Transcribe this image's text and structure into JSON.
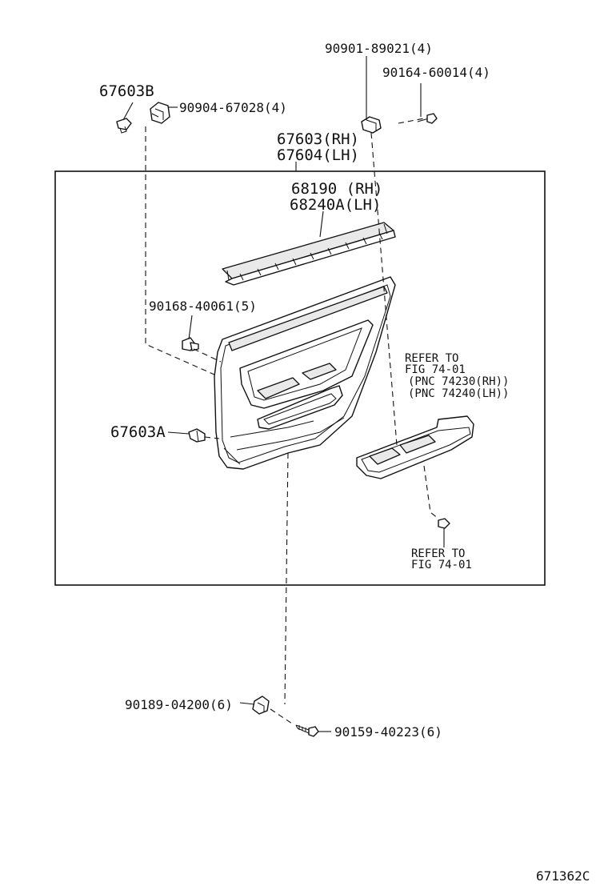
{
  "diagram": {
    "labels": {
      "p67603B": "67603B",
      "p90904": "90904-67028(4)",
      "p90901": "90901-89021(4)",
      "p90164": "90164-60014(4)",
      "p67603": "67603(RH)",
      "p67604": "67604(LH)",
      "p68190": "68190 (RH)",
      "p68240A": "68240A(LH)",
      "p90168": "90168-40061(5)",
      "p67603A": "67603A",
      "refer1_line1": "REFER TO",
      "refer1_line2": "FIG 74-01",
      "refer1_line3": "(PNC 74230(RH))",
      "refer1_line4": "(PNC 74240(LH))",
      "refer2_line1": "REFER TO",
      "refer2_line2": "FIG 74-01",
      "p90189": "90189-04200(6)",
      "p90159": "90159-40223(6)",
      "figure_code": "671362C"
    }
  }
}
